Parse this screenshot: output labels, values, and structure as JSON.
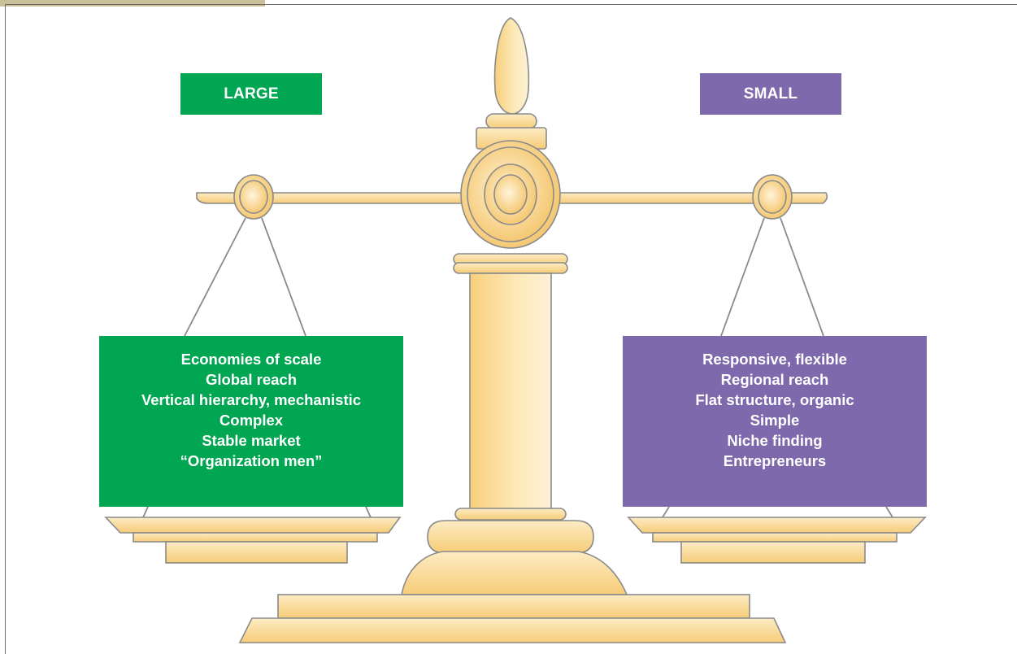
{
  "colors": {
    "large": "#00a651",
    "small": "#7e69ad",
    "gold": "#fbe1a2",
    "outline": "#8a8a8a"
  },
  "large": {
    "label": "LARGE",
    "items": [
      "Economies of scale",
      "Global reach",
      "Vertical hierarchy, mechanistic",
      "Complex",
      "Stable market",
      "“Organization men”"
    ]
  },
  "small": {
    "label": "SMALL",
    "items": [
      "Responsive, flexible",
      "Regional reach",
      "Flat structure, organic",
      "Simple",
      "Niche finding",
      "Entrepreneurs"
    ]
  }
}
